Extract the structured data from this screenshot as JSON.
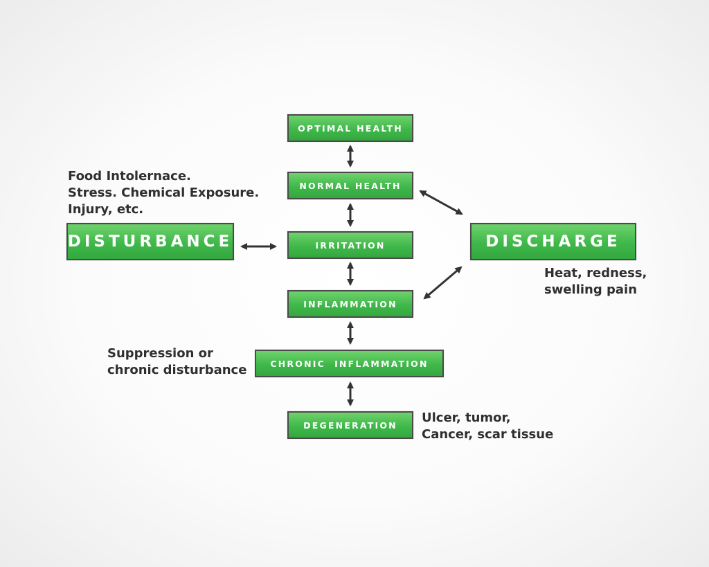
{
  "nodes": {
    "optimal_health": "OPTIMAL HEALTH",
    "normal_health": "NORMAL HEALTH",
    "irritation": "IRRITATION",
    "inflammation": "INFLAMMATION",
    "chronic_inflammation": "CHRONIC  INFLAMMATION",
    "degeneration": "DEGENERATION",
    "disturbance": "DISTURBANCE",
    "discharge": "DISCHARGE"
  },
  "notes": {
    "disturbance_causes": [
      "Food Intolernace.",
      "Stress. Chemical Exposure.",
      "Injury, etc."
    ],
    "discharge_symptoms": [
      "Heat, redness,",
      "swelling pain"
    ],
    "chronic_causes": [
      "Suppression or",
      "chronic disturbance"
    ],
    "degeneration_outcomes": [
      "Ulcer, tumor,",
      "Cancer, scar tissue"
    ]
  },
  "colors": {
    "box_fill": "#3fb84a",
    "box_border": "#4a4a4a",
    "box_text": "#ffffff",
    "note_text": "#2f2f2f",
    "arrow": "#333333"
  }
}
